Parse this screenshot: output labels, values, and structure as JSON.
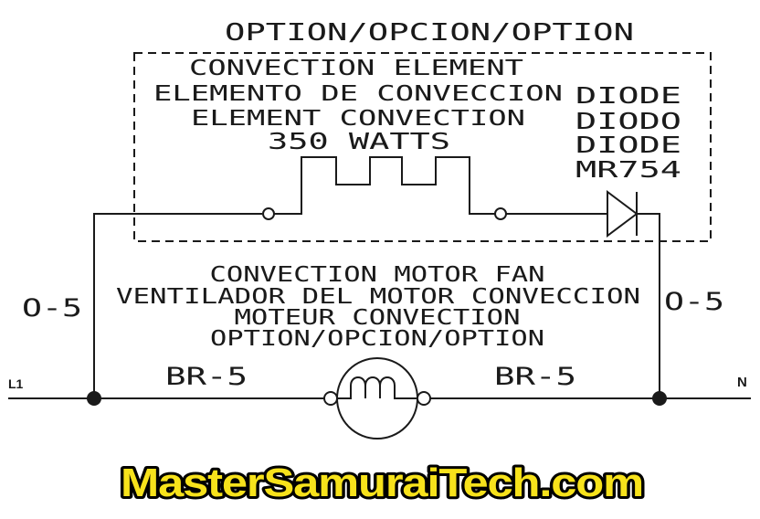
{
  "option_header": "OPTION/OPCION/OPTION",
  "convection_element": {
    "line1": "CONVECTION ELEMENT",
    "line2": "ELEMENTO DE CONVECCION",
    "line3": "ELEMENT CONVECTION",
    "wattage": "350 WATTS"
  },
  "diode": {
    "line1": "DIODE",
    "line2": "DIODO",
    "line3": "DIODE",
    "part": "MR754"
  },
  "motor": {
    "line1": "CONVECTION MOTOR FAN",
    "line2": "VENTILADOR DEL MOTOR CONVECCION",
    "line3": "MOTEUR CONVECTION",
    "line4": "OPTION/OPCION/OPTION"
  },
  "wires": {
    "left_vertical": "O-5",
    "right_vertical": "O-5",
    "left_horizontal": "BR-5",
    "right_horizontal": "BR-5"
  },
  "terminals": {
    "left": "L1",
    "right": "N"
  },
  "watermark": "MasterSamuraiTech.com"
}
